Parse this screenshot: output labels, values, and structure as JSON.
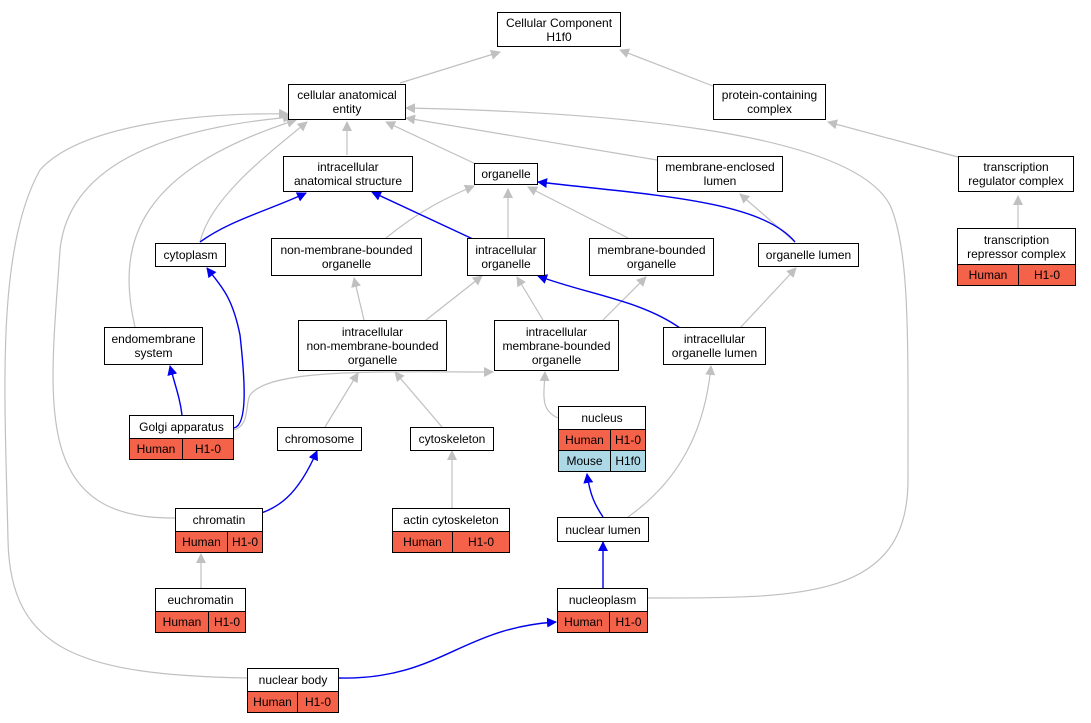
{
  "colors": {
    "edge_gray": "#c0c0c0",
    "edge_blue": "#0000ee",
    "human_fill": "#f4624a",
    "mouse_fill": "#add8e6",
    "node_border": "#000000"
  },
  "nodes": {
    "root": {
      "line1": "Cellular Component",
      "line2": "H1f0"
    },
    "cellular_anatomical_entity": {
      "line1": "cellular anatomical",
      "line2": "entity"
    },
    "protein_containing_complex": {
      "line1": "protein-containing",
      "line2": "complex"
    },
    "intracellular_anatomical_structure": {
      "line1": "intracellular",
      "line2": "anatomical structure"
    },
    "organelle": {
      "line1": "organelle"
    },
    "membrane_enclosed_lumen": {
      "line1": "membrane-enclosed",
      "line2": "lumen"
    },
    "transcription_regulator_complex": {
      "line1": "transcription",
      "line2": "regulator complex"
    },
    "transcription_repressor_complex": {
      "line1": "transcription",
      "line2": "repressor complex",
      "rows": [
        {
          "species": "Human",
          "gene": "H1-0"
        }
      ]
    },
    "cytoplasm": {
      "line1": "cytoplasm"
    },
    "non_membrane_bounded_organelle": {
      "line1": "non-membrane-bounded",
      "line2": "organelle"
    },
    "intracellular_organelle": {
      "line1": "intracellular",
      "line2": "organelle"
    },
    "membrane_bounded_organelle": {
      "line1": "membrane-bounded",
      "line2": "organelle"
    },
    "organelle_lumen": {
      "line1": "organelle lumen"
    },
    "endomembrane_system": {
      "line1": "endomembrane",
      "line2": "system"
    },
    "intracellular_non_membrane_bounded_organelle": {
      "line1": "intracellular",
      "line2": "non-membrane-bounded",
      "line3": "organelle"
    },
    "intracellular_membrane_bounded_organelle": {
      "line1": "intracellular",
      "line2": "membrane-bounded",
      "line3": "organelle"
    },
    "intracellular_organelle_lumen": {
      "line1": "intracellular",
      "line2": "organelle lumen"
    },
    "golgi_apparatus": {
      "line1": "Golgi apparatus",
      "rows": [
        {
          "species": "Human",
          "gene": "H1-0"
        }
      ]
    },
    "chromosome": {
      "line1": "chromosome"
    },
    "cytoskeleton": {
      "line1": "cytoskeleton"
    },
    "nucleus": {
      "line1": "nucleus",
      "rows": [
        {
          "species": "Human",
          "gene": "H1-0"
        },
        {
          "species": "Mouse",
          "gene": "H1f0"
        }
      ]
    },
    "chromatin": {
      "line1": "chromatin",
      "rows": [
        {
          "species": "Human",
          "gene": "H1-0"
        }
      ]
    },
    "actin_cytoskeleton": {
      "line1": "actin cytoskeleton",
      "rows": [
        {
          "species": "Human",
          "gene": "H1-0"
        }
      ]
    },
    "nuclear_lumen": {
      "line1": "nuclear lumen"
    },
    "euchromatin": {
      "line1": "euchromatin",
      "rows": [
        {
          "species": "Human",
          "gene": "H1-0"
        }
      ]
    },
    "nucleoplasm": {
      "line1": "nucleoplasm",
      "rows": [
        {
          "species": "Human",
          "gene": "H1-0"
        }
      ]
    },
    "nuclear_body": {
      "line1": "nuclear body",
      "rows": [
        {
          "species": "Human",
          "gene": "H1-0"
        }
      ]
    }
  }
}
